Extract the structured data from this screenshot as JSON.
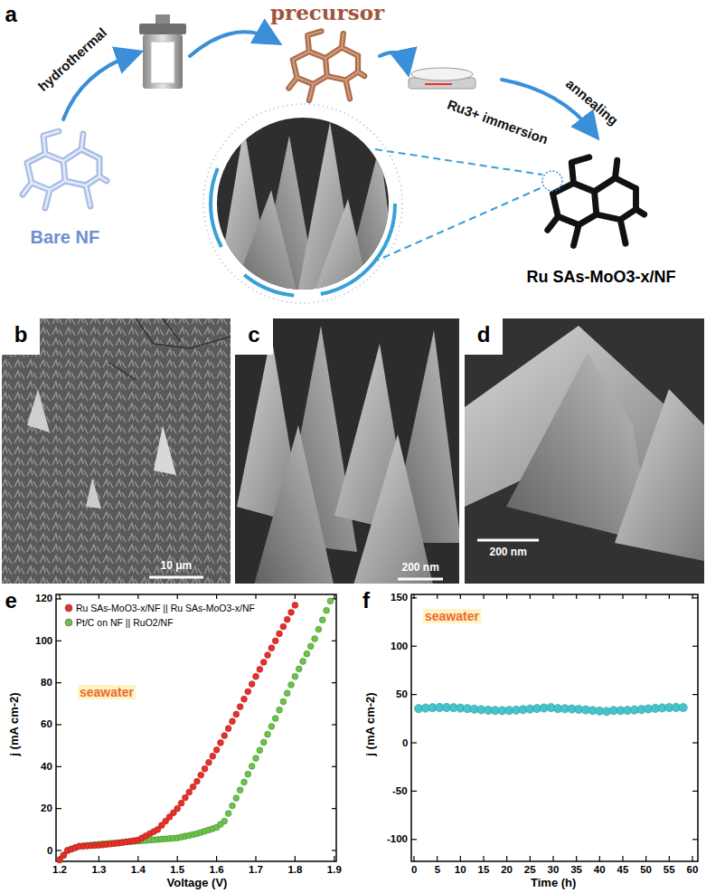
{
  "diagram": {
    "nodes": [
      {
        "text": [
          "b"
        ]
      },
      {
        "text": [
          "c"
        ]
      },
      {
        "text": [
          "d"
        ]
      }
    ],
    "labels": [
      "a",
      "hydrothermal",
      "precursor",
      "Ru3+ immersion",
      "annealing",
      "Bare NF",
      "Ru SAs-MoO3-x/NF",
      "10 μm",
      "200 nm",
      "200 nm",
      "e",
      "seawater",
      "j (mA cm-2)",
      "Voltage (V)",
      "0",
      "20",
      "40",
      "60",
      "80",
      "100",
      "120",
      "1.2",
      "1.3",
      "1.4",
      "1.5",
      "1.6",
      "1.7",
      "1.8",
      "1.9",
      "f",
      "seawater",
      "j (mA cm-2)",
      "Time (h)",
      "-100",
      "-50",
      "0",
      "50",
      "100",
      "150",
      "0",
      "5",
      "10",
      "15",
      "20",
      "25",
      "30",
      "35",
      "40",
      "45",
      "50",
      "55",
      "60"
    ],
    "legend": [
      {
        "text": "Ru SAs-MoO3-x/NF || Ru SAs-MoO3-x/NF",
        "color": "#e8302a"
      },
      {
        "text": "Pt/C on NF || RuO2/NF",
        "color": "#6cc24a"
      }
    ]
  }
}
